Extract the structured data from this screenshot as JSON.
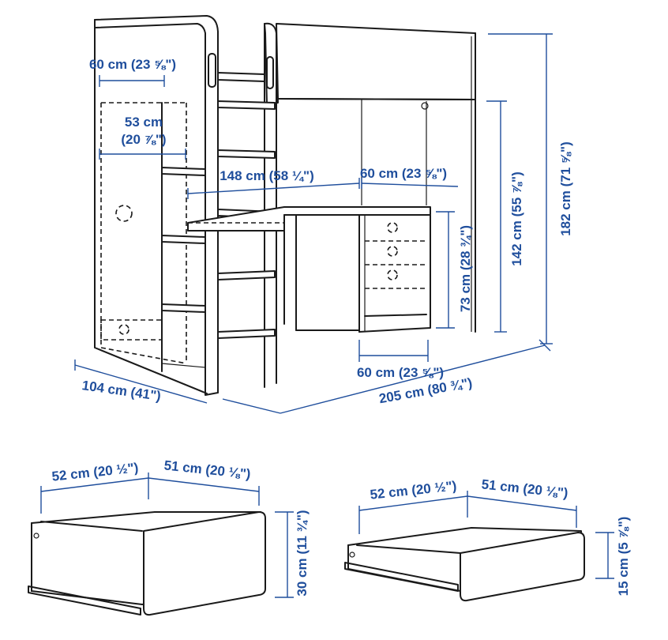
{
  "accent_color": "#1f4e9c",
  "line_color": "#1a1a1a",
  "loft_bed": {
    "wardrobe_width": "60 cm (23 ⅝\")",
    "wardrobe_inner_line1": "53 cm",
    "wardrobe_inner_line2": "(20 ⅞\")",
    "desk_length": "148 cm (58 ¼\")",
    "desk_depth": "60 cm (23 ⅝\")",
    "underbed_height": "142 cm (55 ⅞\")",
    "total_height": "182 cm (71 ⅝\")",
    "desk_height": "73 cm (28 ¾\")",
    "drawer_unit_width": "60 cm (23 ⅝\")",
    "total_depth": "104 cm (41\")",
    "total_length": "205 cm (80 ¾\")"
  },
  "drawer_large": {
    "depth_left": "52 cm (20 ½\")",
    "depth_right": "51 cm (20 ⅛\")",
    "height": "30 cm (11 ¾\")"
  },
  "drawer_small": {
    "depth_left": "52 cm (20 ½\")",
    "depth_right": "51 cm (20 ⅛\")",
    "height": "15 cm (5 ⅞\")"
  }
}
